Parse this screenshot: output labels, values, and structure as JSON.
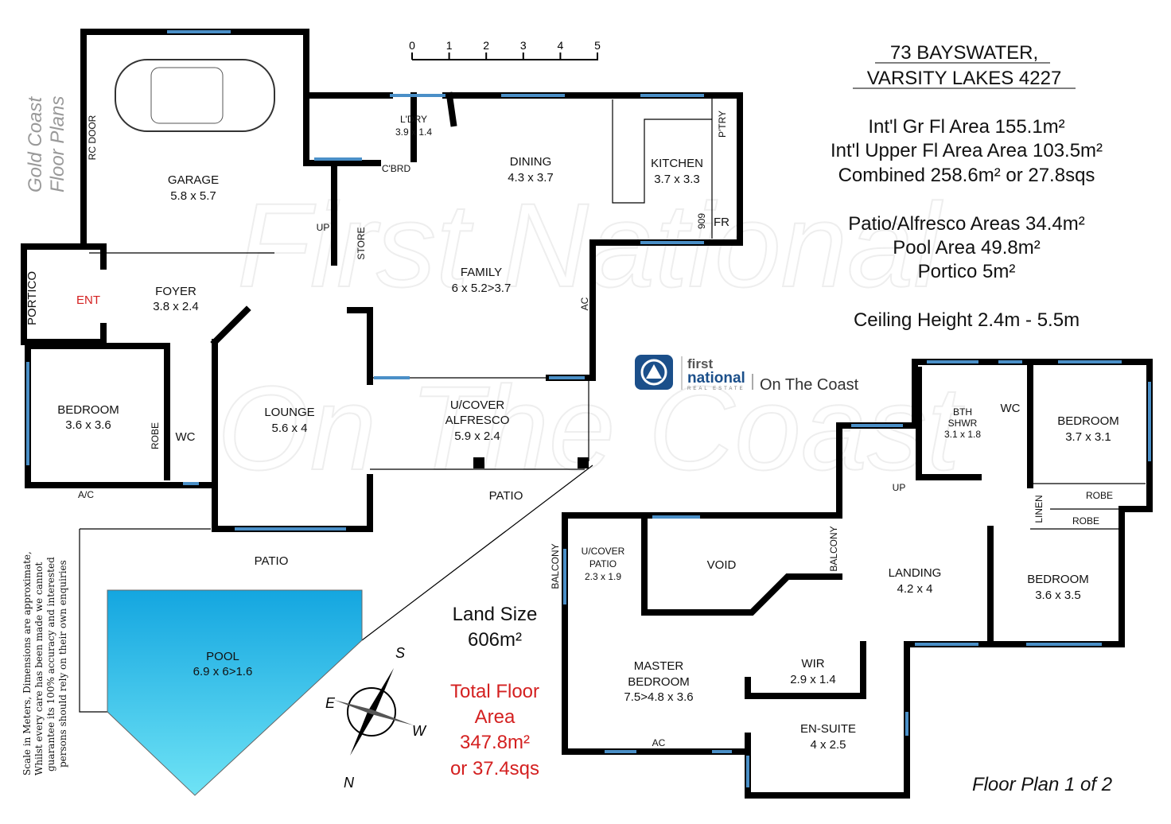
{
  "title": {
    "line1": "73 BAYSWATER,",
    "line2": "VARSITY LAKES 4227"
  },
  "areas": {
    "ground": "Int'l Gr Fl Area 155.1m²",
    "upper": "Int'l Upper Fl Area Area 103.5m²",
    "combined": "Combined 258.6m² or 27.8sqs",
    "patio": "Patio/Alfresco Areas 34.4m²",
    "pool": "Pool Area 49.8m²",
    "portico": "Portico 5m²",
    "ceiling": "Ceiling Height 2.4m - 5.5m"
  },
  "land": {
    "line1": "Land Size",
    "line2": "606m²"
  },
  "total": {
    "line1": "Total Floor",
    "line2": "Area",
    "line3": "347.8m²",
    "line4": "or 37.4sqs"
  },
  "page_indicator": "Floor Plan 1 of 2",
  "brand_vertical": {
    "line1": "Gold Coast",
    "line2": "Floor Plans"
  },
  "logo": {
    "first": "first",
    "national": "national",
    "sub": "REAL ESTATE",
    "office": "On The Coast"
  },
  "watermark": {
    "line1": "First National",
    "line2": "On The Coast"
  },
  "scale": {
    "ticks": [
      "0",
      "1",
      "2",
      "3",
      "4",
      "5"
    ]
  },
  "compass": {
    "n": "N",
    "s": "S",
    "e": "E",
    "w": "W"
  },
  "disclaimer": [
    "Scale in Meters, Dimensions are approximate,",
    "Whilst every care has been made we cannot",
    "guarantee its 100% accuracy and interested",
    "persons should rely on their own enquiries"
  ],
  "rooms": {
    "garage": {
      "name": "GARAGE",
      "size": "5.8 x 5.7"
    },
    "rc_door": "RC DOOR",
    "laundry": {
      "name": "L'DRY",
      "size": "3.9 x 1.4"
    },
    "cbrd": "C'BRD",
    "dining": {
      "name": "DINING",
      "size": "4.3 x 3.7"
    },
    "kitchen": {
      "name": "KITCHEN",
      "size": "3.7 x 3.3"
    },
    "pantry": "P'TRY",
    "fridge": "FR",
    "fridge_dim": "909",
    "up1": "UP",
    "store": "STORE",
    "family": {
      "name": "FAMILY",
      "size": "6 x 5.2>3.7"
    },
    "ac1": "AC",
    "portico": "PORTICO",
    "ent": "ENT",
    "foyer": {
      "name": "FOYER",
      "size": "3.8 x 2.4"
    },
    "bedroom1": {
      "name": "BEDROOM",
      "size": "3.6 x 3.6"
    },
    "robe1": "ROBE",
    "wc1": "WC",
    "lounge": {
      "name": "LOUNGE",
      "size": "5.6 x 4"
    },
    "alfresco": {
      "name1": "U/COVER",
      "name2": "ALFRESCO",
      "size": "5.9 x 2.4"
    },
    "patio1": "PATIO",
    "patio2": "PATIO",
    "ac_ext": "A/C",
    "pool": {
      "name": "POOL",
      "size": "6.9 x 6>1.6"
    },
    "bth": {
      "name1": "BTH",
      "name2": "SHWR",
      "size": "3.1 x 1.8"
    },
    "wc2": "WC",
    "bedroom2": {
      "name": "BEDROOM",
      "size": "3.7 x 3.1"
    },
    "robe2": "ROBE",
    "robe3": "ROBE",
    "linen": "LINEN",
    "up2": "UP",
    "balcony1": "BALCONY",
    "balcony2": "BALCONY",
    "ucover_patio": {
      "name1": "U/COVER",
      "name2": "PATIO",
      "size": "2.3 x 1.9"
    },
    "void": "VOID",
    "landing": {
      "name": "LANDING",
      "size": "4.2 x 4"
    },
    "bedroom3": {
      "name": "BEDROOM",
      "size": "3.6 x 3.5"
    },
    "master": {
      "name1": "MASTER",
      "name2": "BEDROOM",
      "size": "7.5>4.8 x 3.6"
    },
    "wir": {
      "name": "WIR",
      "size": "2.9 x 1.4"
    },
    "ensuite": {
      "name": "EN-SUITE",
      "size": "4 x 2.5"
    },
    "ac2": "AC"
  },
  "colors": {
    "pool_light": "#6fe3f5",
    "pool_dark": "#14a6e0",
    "brand": "#1b4f8a",
    "accent_red": "#d42020"
  }
}
